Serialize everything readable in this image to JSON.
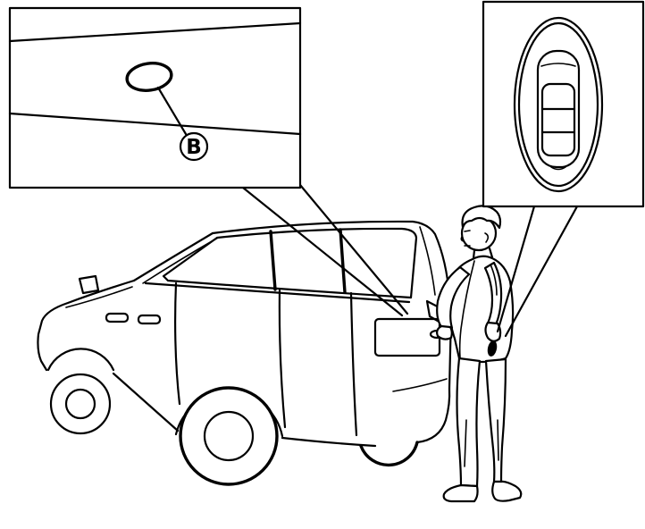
{
  "illustration": {
    "background_color": "#ffffff",
    "line_color": "#000000",
    "labels": {
      "detail_marker": "B"
    },
    "insets": {
      "switch_closeup": {
        "name": "tailgate-request-switch-closeup",
        "marker": "B"
      },
      "key_closeup": {
        "name": "remote-keyfob-closeup"
      }
    },
    "scene": {
      "vehicle": "station-wagon-rear-three-quarter-view",
      "figure": "person-at-tailgate-holding-remote-key"
    }
  }
}
